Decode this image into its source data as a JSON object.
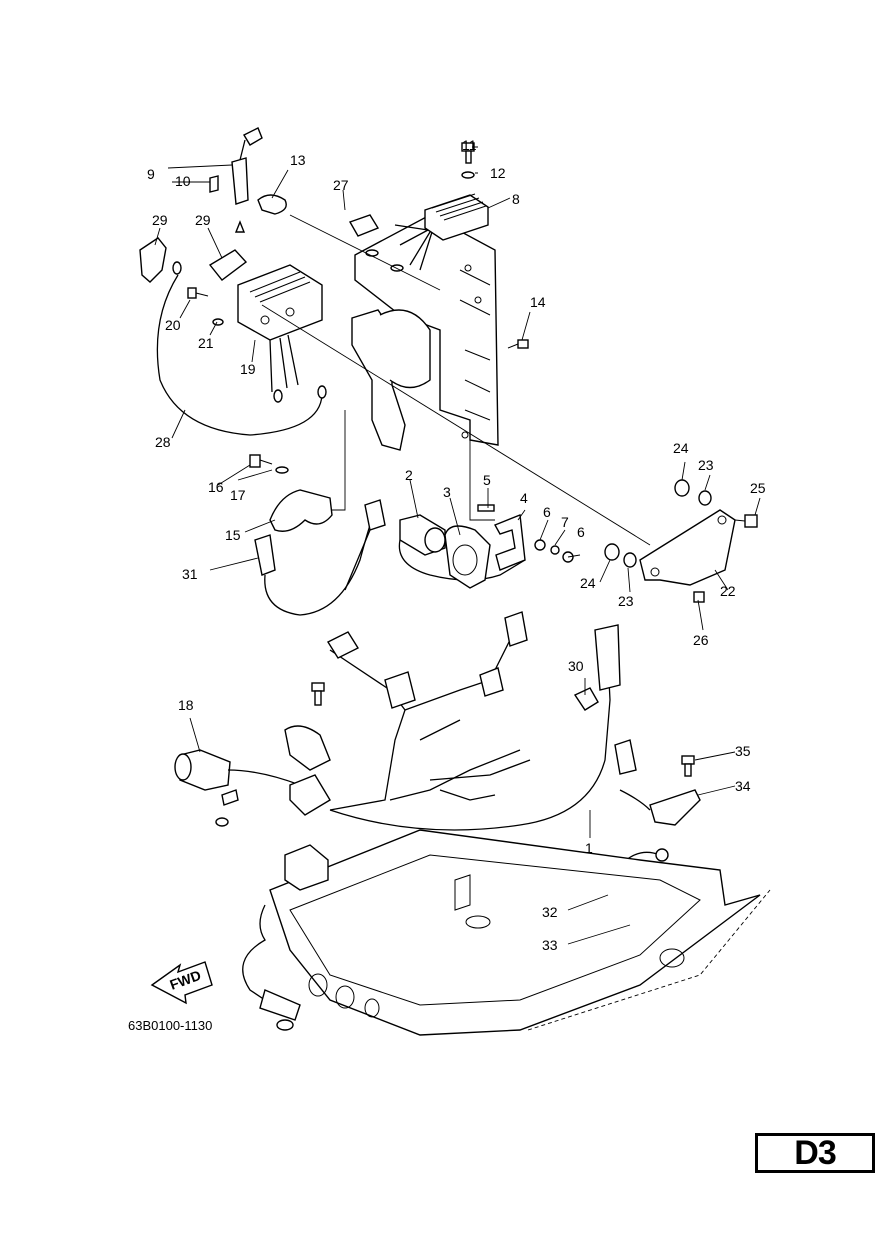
{
  "diagram": {
    "code": "63B0100-1130",
    "page_code": "D3",
    "direction_label": "FWD",
    "callouts": [
      "1",
      "2",
      "3",
      "4",
      "5",
      "6",
      "6",
      "7",
      "8",
      "9",
      "10",
      "11",
      "12",
      "13",
      "14",
      "15",
      "16",
      "17",
      "18",
      "19",
      "20",
      "21",
      "22",
      "23",
      "23",
      "24",
      "24",
      "25",
      "26",
      "27",
      "28",
      "29",
      "29",
      "30",
      "31",
      "32",
      "33",
      "34",
      "35"
    ]
  }
}
